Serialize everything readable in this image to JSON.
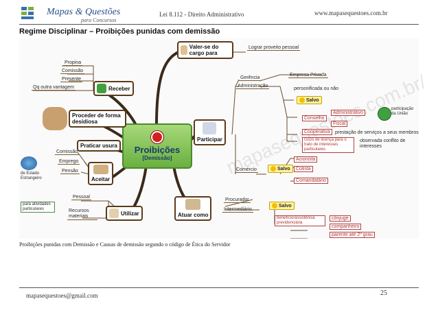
{
  "header": {
    "logo_title": "Mapas & Questões",
    "logo_subtitle": "para Concursos",
    "center_text": "Lei 8.112 - Direito Administrativo",
    "website": "www.mapasequestoes.com.br"
  },
  "page_title": "Regime Disciplinar – Proibições punidas com demissão",
  "mindmap": {
    "center_title": "Proibições",
    "center_subtitle": "[Demissão]",
    "branch_valer": "Valer-se do cargo para",
    "branch_valer_child": "Lograr proveito pessoal",
    "branch_receber": "Receber",
    "receber_items": [
      "Propina",
      "Comissão",
      "Presente",
      "Qq outra vantagem"
    ],
    "branch_desidiosa": "Proceder de forma desidiosa",
    "branch_usura": "Praticar usura",
    "branch_aceitar": "Aceitar",
    "aceitar_items": [
      "Comissão",
      "Emprego",
      "Pensão"
    ],
    "aceitar_note": "de Estado Estrangeiro",
    "branch_utilizar": "Utilizar",
    "utilizar_items": [
      "Pessoal",
      "Recursos materiais"
    ],
    "utilizar_note": "para atividades particulares",
    "branch_participar": "Participar",
    "gerencia": "Gerência",
    "administracao": "Administração",
    "empresa_privada": "Empresa Privada",
    "personificada": "personificada ou não",
    "salvo": "Salvo",
    "conselho": "Conselho",
    "administrativo": "Administrativo",
    "fiscal": "Fiscal",
    "participacao_uniao": "participação da União",
    "cooperativa": "Cooperativa",
    "prestacao": "prestação de serviços a seus membros",
    "gozo": "Gozo de licença para o trato de interesses particulares",
    "observada": "observada conflito de interesses",
    "comercio": "Comércio",
    "comercio_items": [
      "Acionista",
      "Cotista",
      "Comandatário"
    ],
    "branch_atuar": "Atuar como",
    "atuar_items": [
      "Procurador",
      "Intermediário"
    ],
    "beneficio": "benefício/assistência previdenciária",
    "parentes": [
      "cônjuge",
      "companheiro",
      "parente até 2º grau"
    ],
    "watermark": "mapasequestoes.com.br/"
  },
  "caption": "Proibições punidas com Demissão e Causas de demissão segundo o código de Ética do Servidor",
  "footer": {
    "email": "mapasequestoes@gmail.com",
    "page_number": "25"
  }
}
